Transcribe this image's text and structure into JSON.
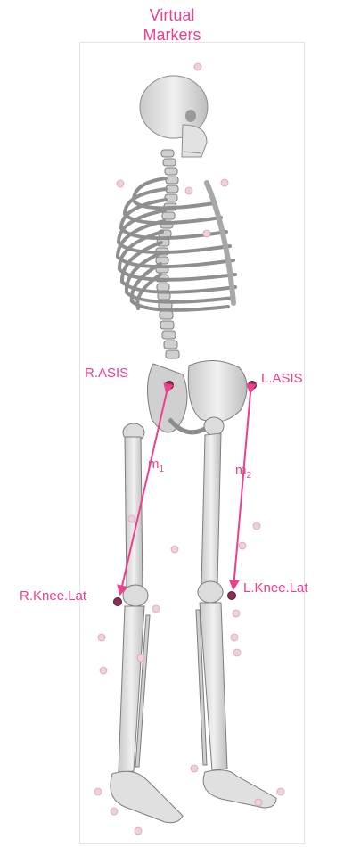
{
  "title": {
    "line1": "Virtual",
    "line2": "Markers"
  },
  "markers": {
    "r_asis": "R.ASIS",
    "l_asis": "L.ASIS",
    "r_knee_lat": "R.Knee.Lat",
    "l_knee_lat": "L.Knee.Lat"
  },
  "measures": {
    "m1": {
      "base": "m",
      "sub": "1"
    },
    "m2": {
      "base": "m",
      "sub": "2"
    }
  },
  "colors": {
    "accent": "#ec3f8c",
    "marker_fill": "#8a2f55",
    "bone": "#d9d9d9"
  }
}
